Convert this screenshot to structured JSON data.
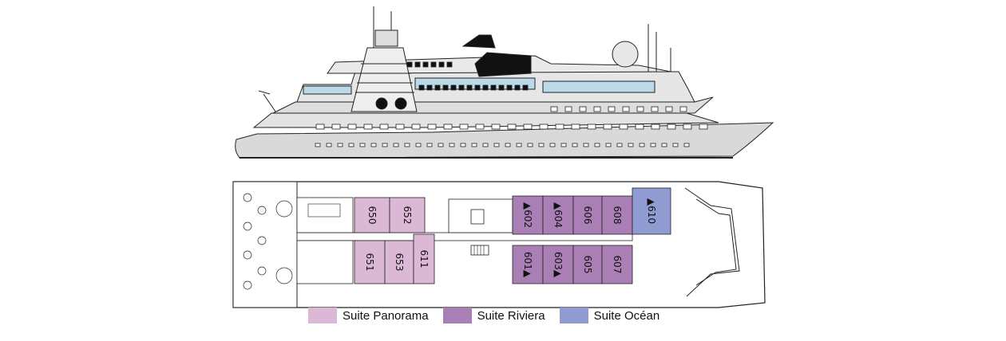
{
  "categories": {
    "panorama": {
      "label": "Suite Panorama",
      "color": "#dbb8d6"
    },
    "riviera": {
      "label": "Suite Riviera",
      "color": "#a97fb5"
    },
    "ocean": {
      "label": "Suite Océan",
      "color": "#8f9bd1"
    }
  },
  "legend": [
    "panorama",
    "riviera",
    "ocean"
  ],
  "cabins": [
    {
      "num": "650",
      "cat": "panorama"
    },
    {
      "num": "652",
      "cat": "panorama"
    },
    {
      "num": "651",
      "cat": "panorama"
    },
    {
      "num": "653",
      "cat": "panorama"
    },
    {
      "num": "611",
      "cat": "panorama"
    },
    {
      "num": "▲602",
      "cat": "riviera"
    },
    {
      "num": "▲604",
      "cat": "riviera"
    },
    {
      "num": "606",
      "cat": "riviera"
    },
    {
      "num": "608",
      "cat": "riviera"
    },
    {
      "num": "▲610",
      "cat": "ocean"
    },
    {
      "num": "601▲",
      "cat": "riviera"
    },
    {
      "num": "603▲",
      "cat": "riviera"
    },
    {
      "num": "605",
      "cat": "riviera"
    },
    {
      "num": "607",
      "cat": "riviera"
    }
  ]
}
